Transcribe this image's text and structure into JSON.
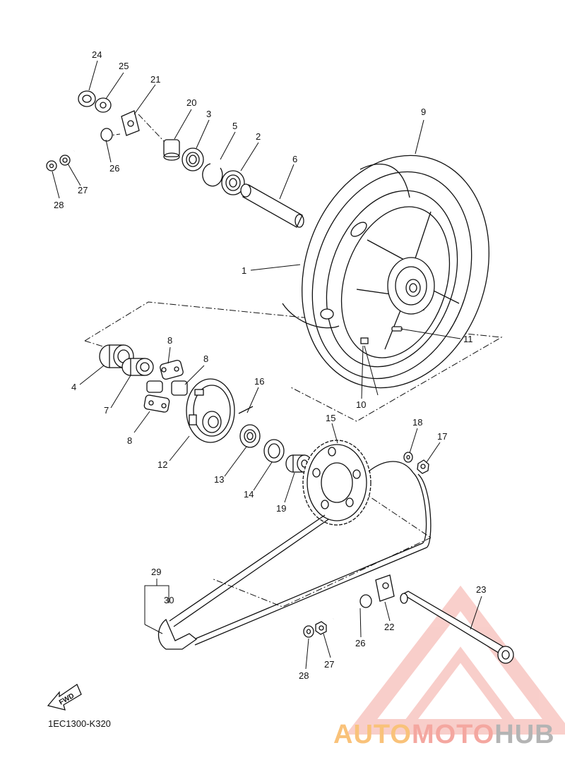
{
  "callouts": [
    "24",
    "25",
    "21",
    "20",
    "3",
    "5",
    "2",
    "26",
    "27",
    "28",
    "6",
    "9",
    "1",
    "11",
    "10",
    "8",
    "8",
    "8",
    "4",
    "7",
    "16",
    "12",
    "15",
    "18",
    "17",
    "13",
    "14",
    "19",
    "29",
    "30",
    "23",
    "22",
    "26",
    "27",
    "28"
  ],
  "fwd_label": "FWD",
  "catalog_number": "1EC1300-K320",
  "watermark": {
    "part1": "AUTO",
    "part2": "MOTO",
    "part3": "HUB"
  },
  "colors": {
    "line": "#111111",
    "watermark_red": "#f4a7a0",
    "watermark_orange": "#f9c27a",
    "watermark_gray": "#b4b4b4"
  },
  "icons": [
    "forward-arrow-icon",
    "automotohub-logo-icon"
  ]
}
